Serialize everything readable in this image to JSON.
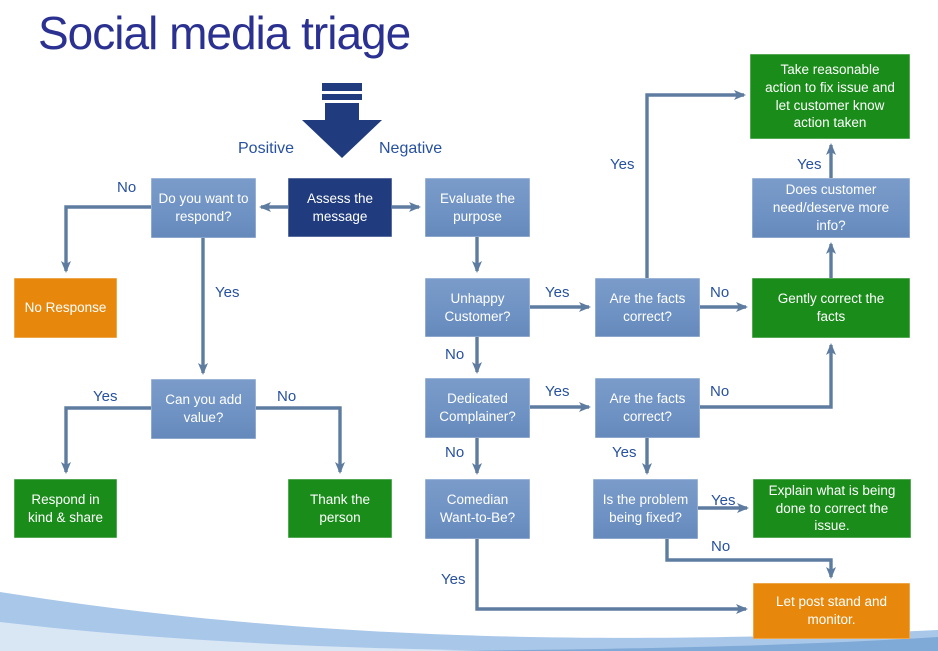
{
  "title": "Social media triage",
  "branch_labels": {
    "positive": "Positive",
    "negative": "Negative"
  },
  "nodes": {
    "assess": {
      "label": "Assess the message",
      "type": "start"
    },
    "do_you_want": {
      "label": "Do you want to respond?",
      "type": "decision"
    },
    "evaluate": {
      "label": "Evaluate the purpose",
      "type": "decision"
    },
    "no_response": {
      "label": "No Response",
      "type": "terminal"
    },
    "can_you_add": {
      "label": "Can you add value?",
      "type": "decision"
    },
    "respond_kind": {
      "label": "Respond in kind & share",
      "type": "action"
    },
    "thank_person": {
      "label": "Thank the person",
      "type": "action"
    },
    "unhappy": {
      "label": "Unhappy Customer?",
      "type": "decision"
    },
    "dedicated": {
      "label": "Dedicated Complainer?",
      "type": "decision"
    },
    "comedian": {
      "label": "Comedian Want-to-Be?",
      "type": "decision"
    },
    "facts_1": {
      "label": "Are the facts correct?",
      "type": "decision"
    },
    "facts_2": {
      "label": "Are the facts correct?",
      "type": "decision"
    },
    "problem_fixed": {
      "label": "Is the problem being fixed?",
      "type": "decision"
    },
    "take_action": {
      "label": "Take reasonable action to fix issue and let customer know action taken",
      "type": "action"
    },
    "does_customer": {
      "label": "Does customer need/deserve more info?",
      "type": "decision"
    },
    "gently": {
      "label": "Gently correct the facts",
      "type": "action"
    },
    "explain": {
      "label": "Explain what is being done to correct the issue.",
      "type": "action"
    },
    "let_post": {
      "label": "Let post stand and monitor.",
      "type": "terminal"
    }
  },
  "edge_labels": {
    "do_you_want_no": "No",
    "do_you_want_yes": "Yes",
    "can_you_add_yes": "Yes",
    "can_you_add_no": "No",
    "unhappy_yes": "Yes",
    "unhappy_no": "No",
    "facts_1_no": "No",
    "facts_1_yes": "Yes",
    "does_customer_yes": "Yes",
    "dedicated_yes": "Yes",
    "dedicated_no": "No",
    "facts_2_no": "No",
    "facts_2_yes": "Yes",
    "problem_fixed_yes": "Yes",
    "problem_fixed_no": "No",
    "comedian_yes": "Yes"
  },
  "colors": {
    "title_text": "#2b3191",
    "label_text": "#27519f",
    "node_blue": "#6e92c3",
    "node_navy": "#203c7e",
    "node_green": "#1a8c1a",
    "node_orange": "#e7880d",
    "connector": "#5e7ca0",
    "wave_light": "#a9c7e9",
    "wave_pale": "#d9e7f5",
    "wave_strip": "#7fa9d6"
  }
}
